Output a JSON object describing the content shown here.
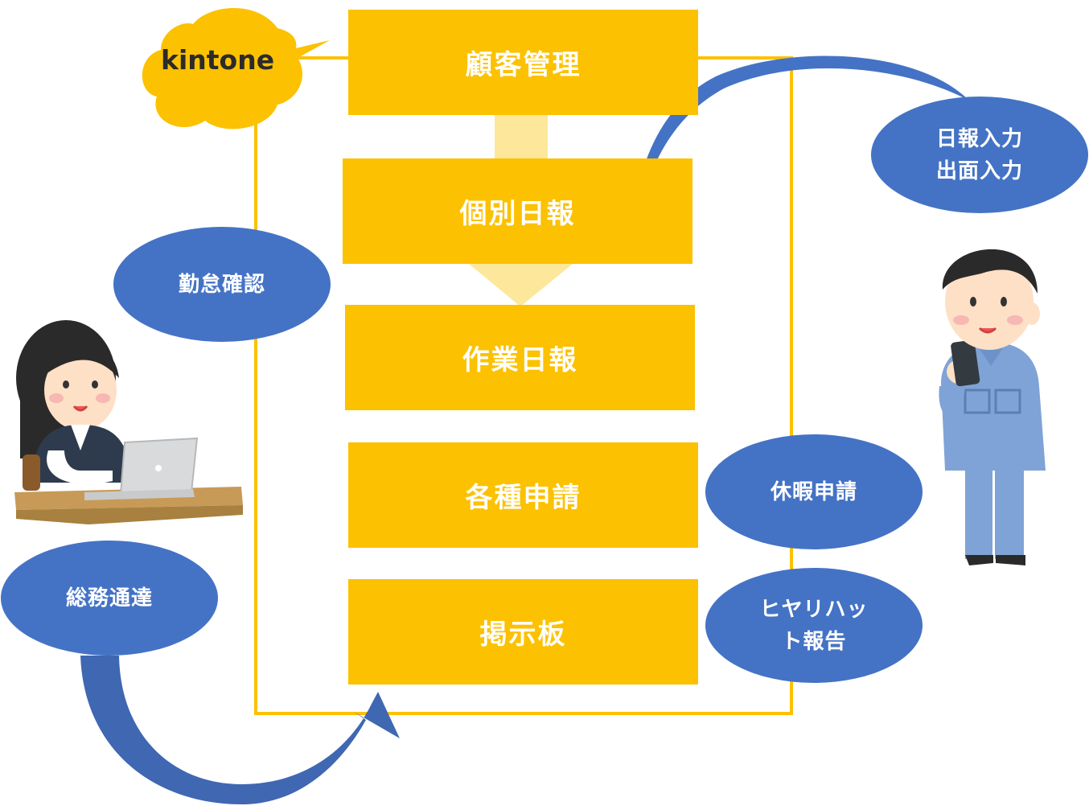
{
  "logo": {
    "text": "kintone"
  },
  "boxes": [
    {
      "label": "顧客管理"
    },
    {
      "label": "個別日報"
    },
    {
      "label": "作業日報"
    },
    {
      "label": "各種申請"
    },
    {
      "label": "掲示板"
    }
  ],
  "bubbles": {
    "daily_input": {
      "line1": "日報入力",
      "line2": "出面入力"
    },
    "attendance": {
      "label": "勤怠確認"
    },
    "general_affairs": {
      "label": "総務通達"
    },
    "leave_request": {
      "label": "休暇申請"
    },
    "near_miss": {
      "line1": "ヒヤリハッ",
      "line2": "ト報告"
    }
  },
  "colors": {
    "box": "#fcc100",
    "connector": "#fde79a",
    "bubble": "#4473c5",
    "arrow": "#3f67b2"
  }
}
